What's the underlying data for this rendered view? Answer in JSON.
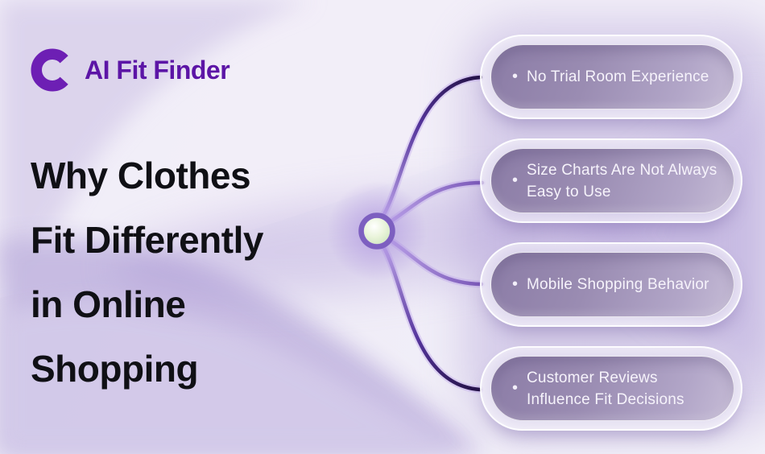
{
  "brand": {
    "name": "AI Fit Finder",
    "logo_icon": "c-ring-logo-icon",
    "logo_color": "#6d1fb4",
    "text_color": "#5c15a6"
  },
  "headline": "Why Clothes\nFit Differently\nin Online\nShopping",
  "mindmap": {
    "center_node": {
      "icon": "center-node-circle",
      "ring_color": "#7d5fc0",
      "fill_colors": [
        "#ffffff",
        "#dcedc9"
      ]
    },
    "branches": [
      {
        "bullet": "•",
        "label": "No Trial Room Experience"
      },
      {
        "bullet": "•",
        "label": "Size Charts Are Not Always Easy to Use"
      },
      {
        "bullet": "•",
        "label": "Mobile Shopping Behavior"
      },
      {
        "bullet": "•",
        "label": "Customer Reviews Influence Fit Decisions"
      }
    ],
    "connector_colors": {
      "near_node": "#b9a0e6",
      "mid": "#55359c",
      "near_pill_dark": "#241247",
      "near_pill_mid": "#7a58b8"
    }
  },
  "palette": {
    "background_base": "#e9e5f3",
    "wave_dark": "#c5b9e1",
    "wave_light": "#d7ceea",
    "pill_fill_dark": "#8b7ca6",
    "pill_fill_light": "#c6bcd6",
    "pill_text": "#f6f3fb",
    "headline_text": "#101015"
  }
}
